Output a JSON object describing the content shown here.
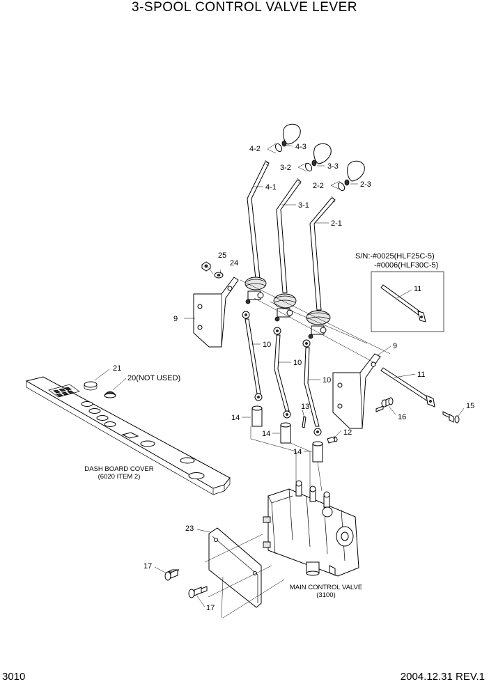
{
  "title": "3-SPOOL CONTROL VALVE LEVER",
  "page_number": "3010",
  "revision": "2004.12.31  REV.1",
  "callouts": {
    "c4_2": "4-2",
    "c4_3": "4-3",
    "c3_2": "3-2",
    "c3_3": "3-3",
    "c2_2": "2-2",
    "c2_3": "2-3",
    "c4_1": "4-1",
    "c3_1": "3-1",
    "c2_1": "2-1",
    "c25": "25",
    "c24": "24",
    "c9a": "9",
    "c9b": "9",
    "c10a": "10",
    "c10b": "10",
    "c10c": "10",
    "c11a": "11",
    "c11b": "11",
    "c21": "21",
    "c20": "20(NOT USED)",
    "c13": "13",
    "c12": "12",
    "c14a": "14",
    "c14b": "14",
    "c14c": "14",
    "c15": "15",
    "c16": "16",
    "c23": "23",
    "c17a": "17",
    "c17b": "17"
  },
  "notes": {
    "sn_line1": "S/N:-#0025(HLF25C-5)",
    "sn_line2": "-#0006(HLF30C-5)",
    "dash_line1": "DASH BOARD COVER",
    "dash_line2": "(6020 ITEM 2)",
    "valve_line1": "MAIN CONTROL VALVE",
    "valve_line2": "(3100)"
  }
}
